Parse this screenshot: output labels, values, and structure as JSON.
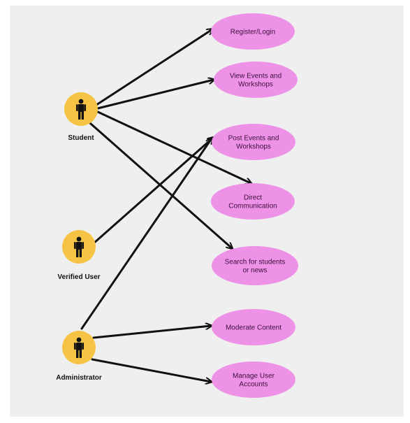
{
  "colors": {
    "canvas": "#efefef",
    "usecase_fill": "#ee92e8",
    "actor_fill": "#f6c445",
    "line": "#111111",
    "text": "#3a0f3a"
  },
  "actors": [
    {
      "id": "student",
      "label": "Student",
      "icon": "person-icon"
    },
    {
      "id": "verified",
      "label": "Verified User",
      "icon": "person-icon"
    },
    {
      "id": "admin",
      "label": "Administrator",
      "icon": "person-icon"
    }
  ],
  "use_cases": [
    {
      "id": "register",
      "lines": [
        "Register/Login"
      ]
    },
    {
      "id": "view",
      "lines": [
        "View Events and",
        "Workshops"
      ]
    },
    {
      "id": "post",
      "lines": [
        "Post Events and",
        "Workshops"
      ]
    },
    {
      "id": "direct",
      "lines": [
        "Direct",
        "Communication"
      ]
    },
    {
      "id": "search",
      "lines": [
        "Search for students",
        "or news"
      ]
    },
    {
      "id": "moderate",
      "lines": [
        "Moderate Content"
      ]
    },
    {
      "id": "manage",
      "lines": [
        "Manage User",
        "Accounts"
      ]
    }
  ],
  "associations": [
    {
      "from": "student",
      "to": "register"
    },
    {
      "from": "student",
      "to": "view"
    },
    {
      "from": "student",
      "to": "direct"
    },
    {
      "from": "student",
      "to": "search"
    },
    {
      "from": "verified",
      "to": "post"
    },
    {
      "from": "admin",
      "to": "post"
    },
    {
      "from": "admin",
      "to": "moderate"
    },
    {
      "from": "admin",
      "to": "manage"
    }
  ]
}
